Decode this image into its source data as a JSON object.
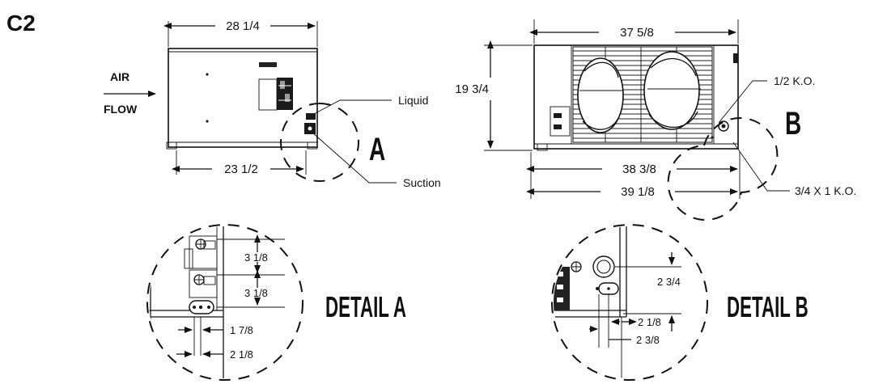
{
  "figure_label": "C2",
  "front_view": {
    "air_flow_line1": "AIR",
    "air_flow_line2": "FLOW",
    "width_top": "28 1/4",
    "width_bottom": "23 1/2",
    "callout_liquid": "Liquid",
    "callout_suction": "Suction",
    "detail_marker": "A"
  },
  "side_view": {
    "width_top": "37 5/8",
    "height": "19 3/4",
    "width_base": "38 3/8",
    "width_overall": "39 1/8",
    "callout_ko_small": "1/2 K.O.",
    "callout_ko_large": "3/4 X 1 K.O.",
    "detail_marker": "B"
  },
  "detail_a": {
    "title": "DETAIL A",
    "dim_upper": "3 1/8",
    "dim_lower": "3 1/8",
    "dim_offset_1": "1 7/8",
    "dim_offset_2": "2 1/8"
  },
  "detail_b": {
    "title": "DETAIL B",
    "dim_vertical": "2 3/4",
    "dim_offset_1": "2 1/8",
    "dim_offset_2": "2 3/8"
  }
}
